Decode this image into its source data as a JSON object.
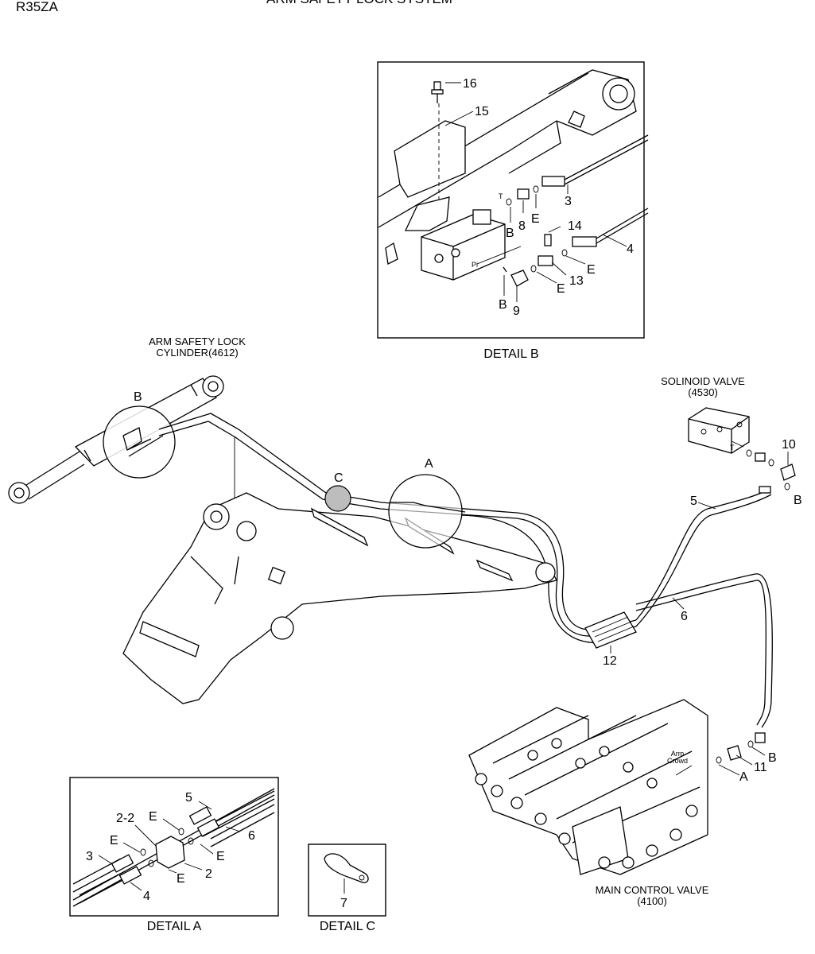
{
  "header": {
    "code": "R35ZA",
    "title": "ARM SAFETY LOCK SYSTEM"
  },
  "components": {
    "cylinder": [
      "ARM SAFETY LOCK",
      "CYLINDER(4612)"
    ],
    "solenoid": [
      "SOLINOID VALVE",
      "(4530)"
    ],
    "mcv": [
      "MAIN CONTROL VALVE",
      "(4100)"
    ],
    "arm_crowd": [
      "Arm",
      "Crowd"
    ]
  },
  "details": {
    "b": "DETAIL B",
    "a": "DETAIL A",
    "c": "DETAIL C"
  },
  "callouts": {
    "b_16": "16",
    "b_15": "15",
    "b_3": "3",
    "b_8": "8",
    "b_E1": "E",
    "b_B1": "B",
    "b_T": "T",
    "b_14": "14",
    "b_4": "4",
    "b_E2": "E",
    "b_13": "13",
    "b_E3": "E",
    "b_Pi": "Pi",
    "b_B2": "B",
    "b_9": "9",
    "m_B": "B",
    "m_C": "C",
    "m_A": "A",
    "s_10": "10",
    "s_T": "T",
    "s_5": "5",
    "s_B": "B",
    "m_6": "6",
    "m_12": "12",
    "v_B": "B",
    "v_11": "11",
    "v_A": "A",
    "a_5": "5",
    "a_E1": "E",
    "a_22": "2-2",
    "a_6": "6",
    "a_E2": "E",
    "a_E3": "E",
    "a_3": "3",
    "a_E4": "E",
    "a_2": "2",
    "a_4": "4",
    "c_7": "7"
  }
}
